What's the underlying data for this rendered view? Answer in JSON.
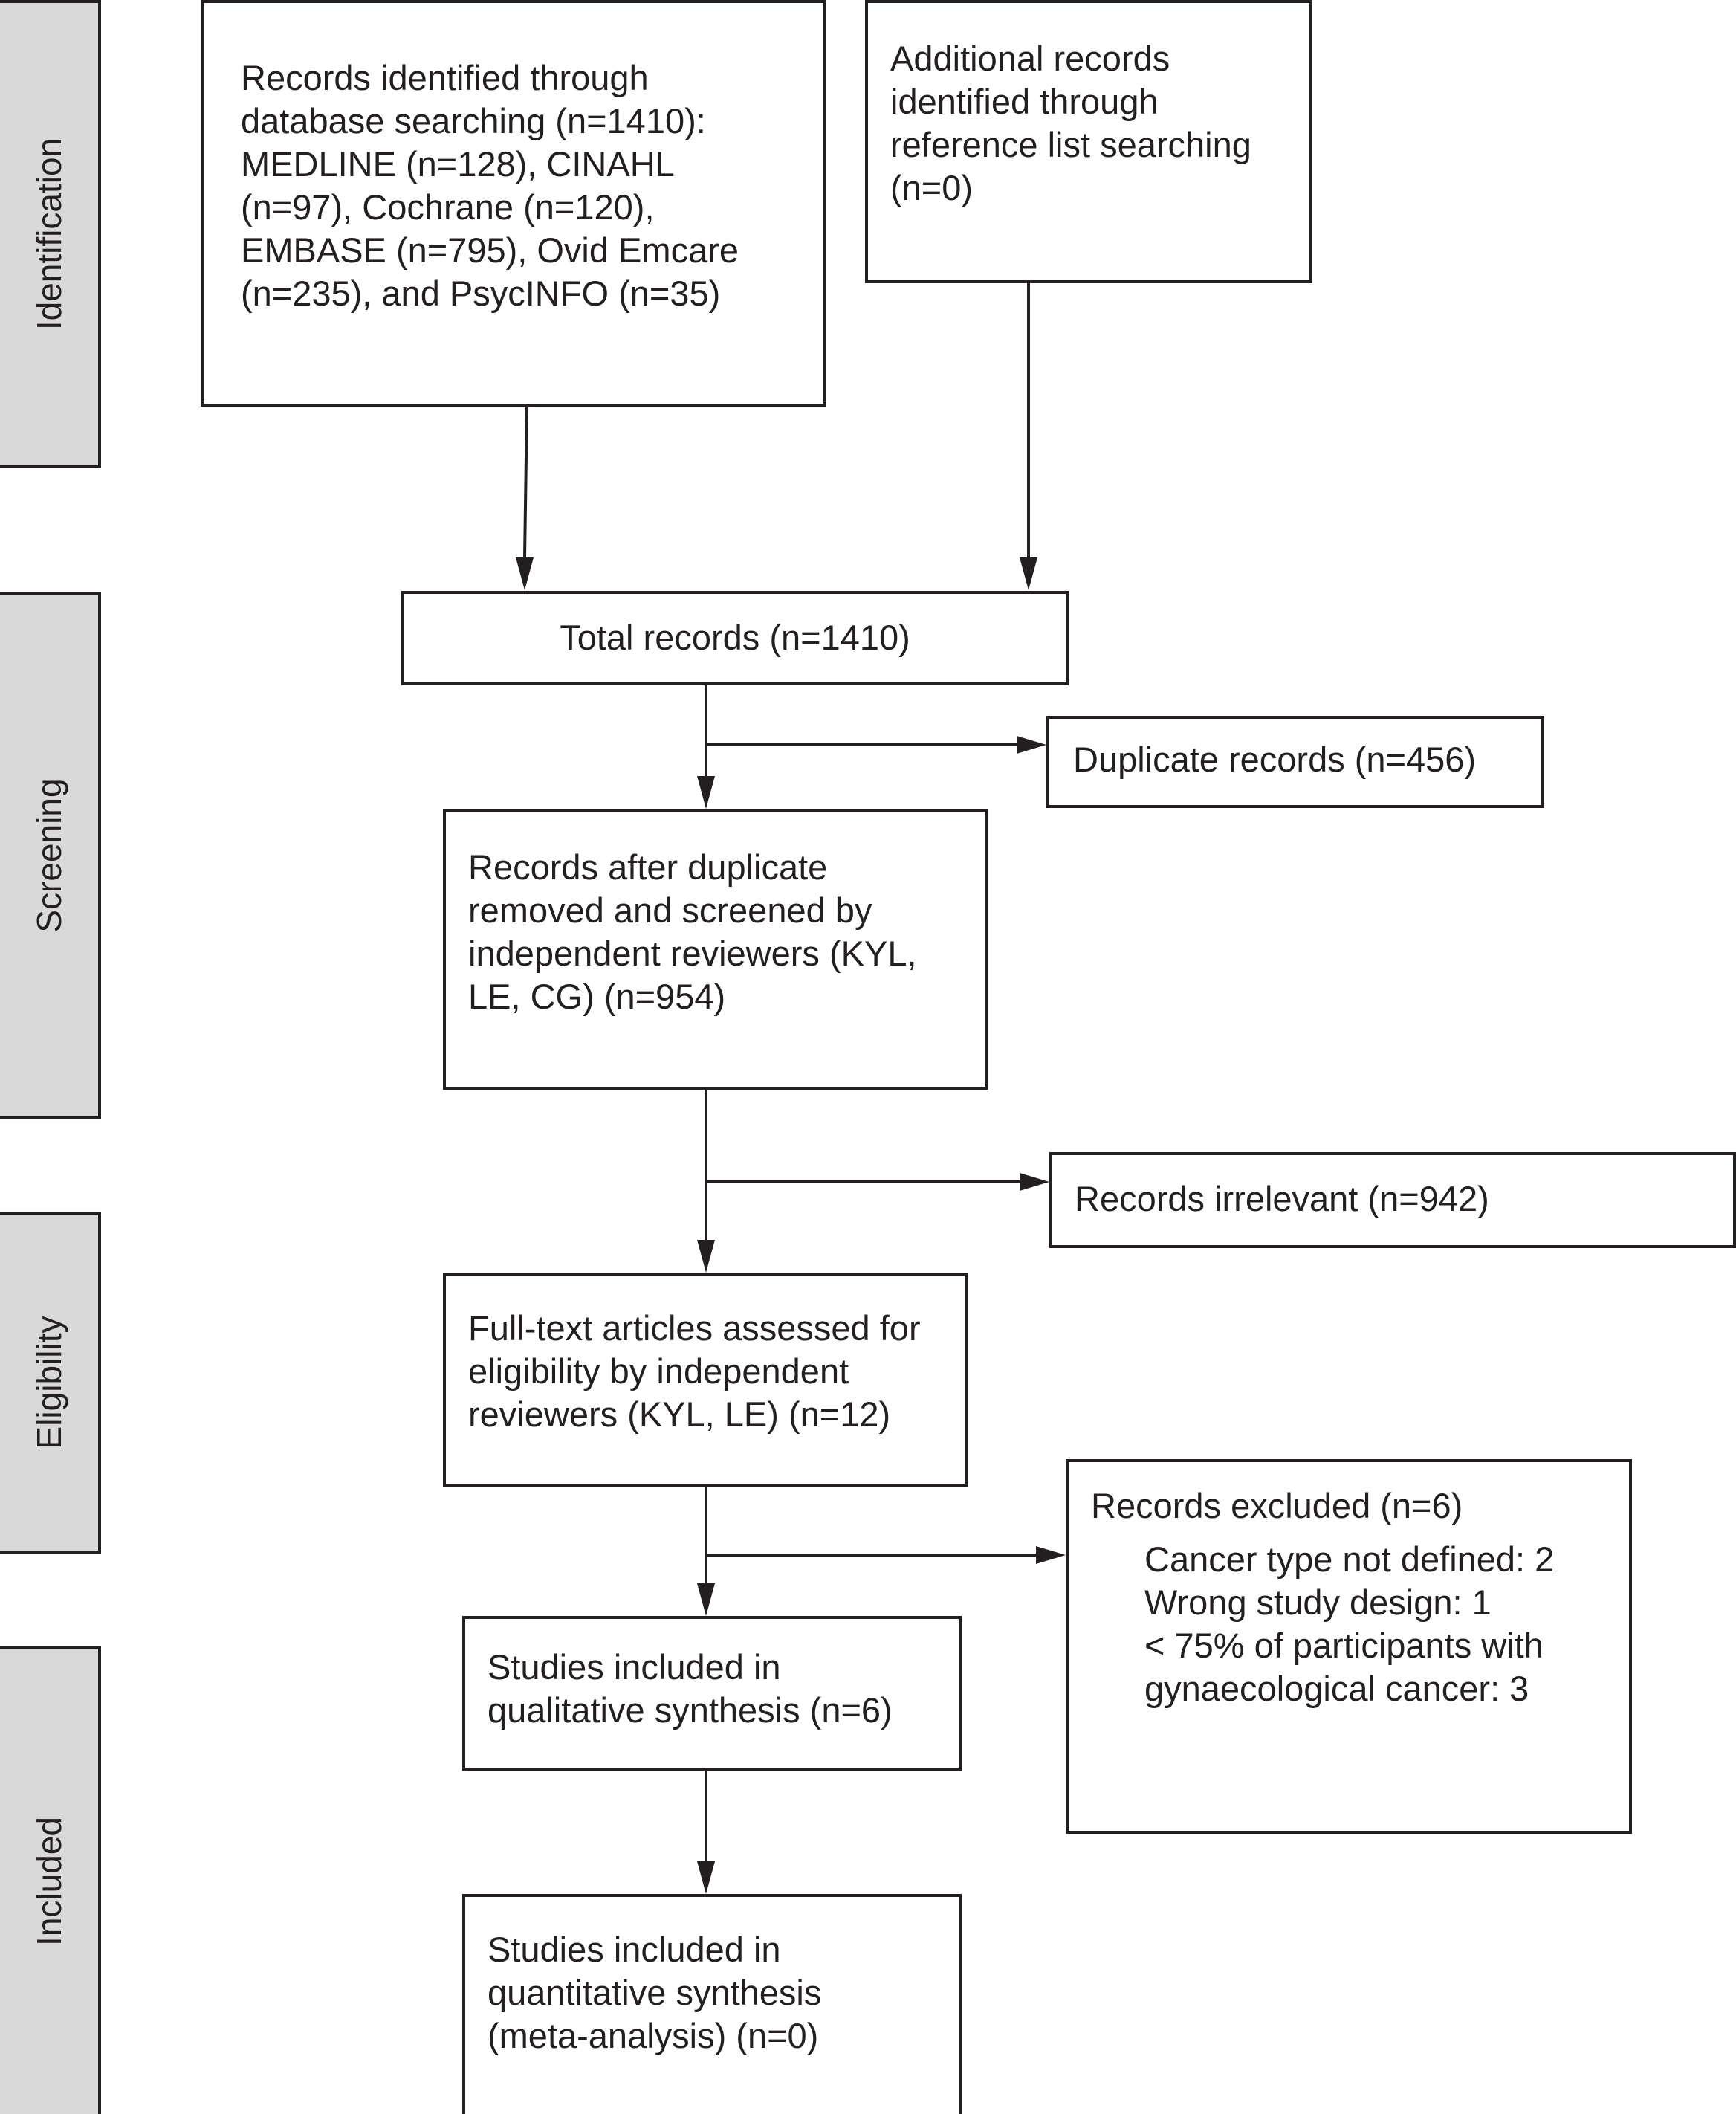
{
  "phases": {
    "identification": "Identification",
    "screening": "Screening",
    "eligibility": "Eligibility",
    "included": "Included"
  },
  "boxes": {
    "database_records": "Records identified through\ndatabase searching (n=1410):\nMEDLINE (n=128), CINAHL\n(n=97), Cochrane (n=120),\nEMBASE (n=795), Ovid Emcare\n(n=235), and PsycINFO (n=35)",
    "additional_records": "Additional records\nidentified through\nreference list searching\n(n=0)",
    "total_records": "Total records (n=1410)",
    "duplicate_records": "Duplicate records (n=456)",
    "screened_records": "Records after duplicate\nremoved and screened by\nindependent reviewers (KYL,\nLE, CG) (n=954)",
    "irrelevant_records": "Records irrelevant (n=942)",
    "fulltext_assessed": "Full-text articles assessed for\neligibility by independent\nreviewers (KYL, LE) (n=12)",
    "excluded": {
      "heading": "Records excluded (n=6)",
      "reasons": [
        "Cancer type not defined: 2",
        "Wrong study design: 1",
        "< 75% of participants with",
        "gynaecological cancer: 3"
      ]
    },
    "qualitative": "Studies included in\nqualitative synthesis (n=6)",
    "quantitative": "Studies included in\nquantitative synthesis\n(meta-analysis) (n=0)"
  },
  "colors": {
    "line": "#231f20",
    "phase_fill": "#d9d9d9",
    "box_fill": "#ffffff"
  }
}
